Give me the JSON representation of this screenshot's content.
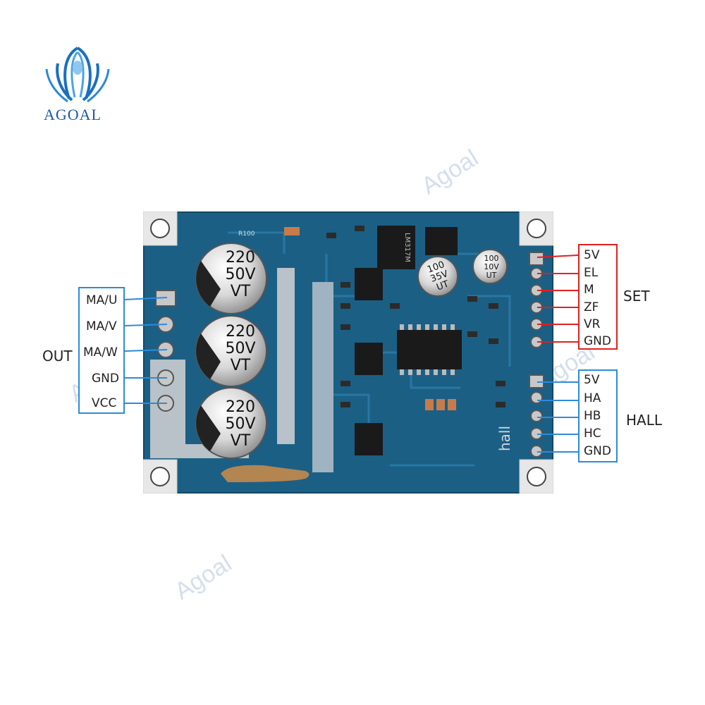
{
  "brand": {
    "name": "AGOAL",
    "watermark": "Agoal"
  },
  "board": {
    "capacitors_large": [
      {
        "line1": "220",
        "line2": "50V",
        "line3": "VT"
      },
      {
        "line1": "220",
        "line2": "50V",
        "line3": "VT"
      },
      {
        "line1": "220",
        "line2": "50V",
        "line3": "VT"
      }
    ],
    "capacitor_small_a": {
      "line1": "100",
      "line2": "35V",
      "line3": "UT"
    },
    "capacitor_small_b": {
      "line1": "100",
      "line2": "10V",
      "line3": "UT"
    },
    "regulator": "LM317M",
    "silk_hall": "hall",
    "silk_resistor": "R100"
  },
  "out_group": {
    "label": "OUT",
    "pins": [
      "MA/U",
      "MA/V",
      "MA/W",
      "GND",
      "VCC"
    ]
  },
  "set_group": {
    "label": "SET",
    "pins": [
      "5V",
      "EL",
      "M",
      "ZF",
      "VR",
      "GND"
    ]
  },
  "hall_group": {
    "label": "HALL",
    "pins": [
      "5V",
      "HA",
      "HB",
      "HC",
      "GND"
    ]
  },
  "colors": {
    "pcb": "#1b5f85",
    "out_box": "#2e8bd8",
    "set_box": "#e02020",
    "hall_box": "#2e8bd8"
  }
}
